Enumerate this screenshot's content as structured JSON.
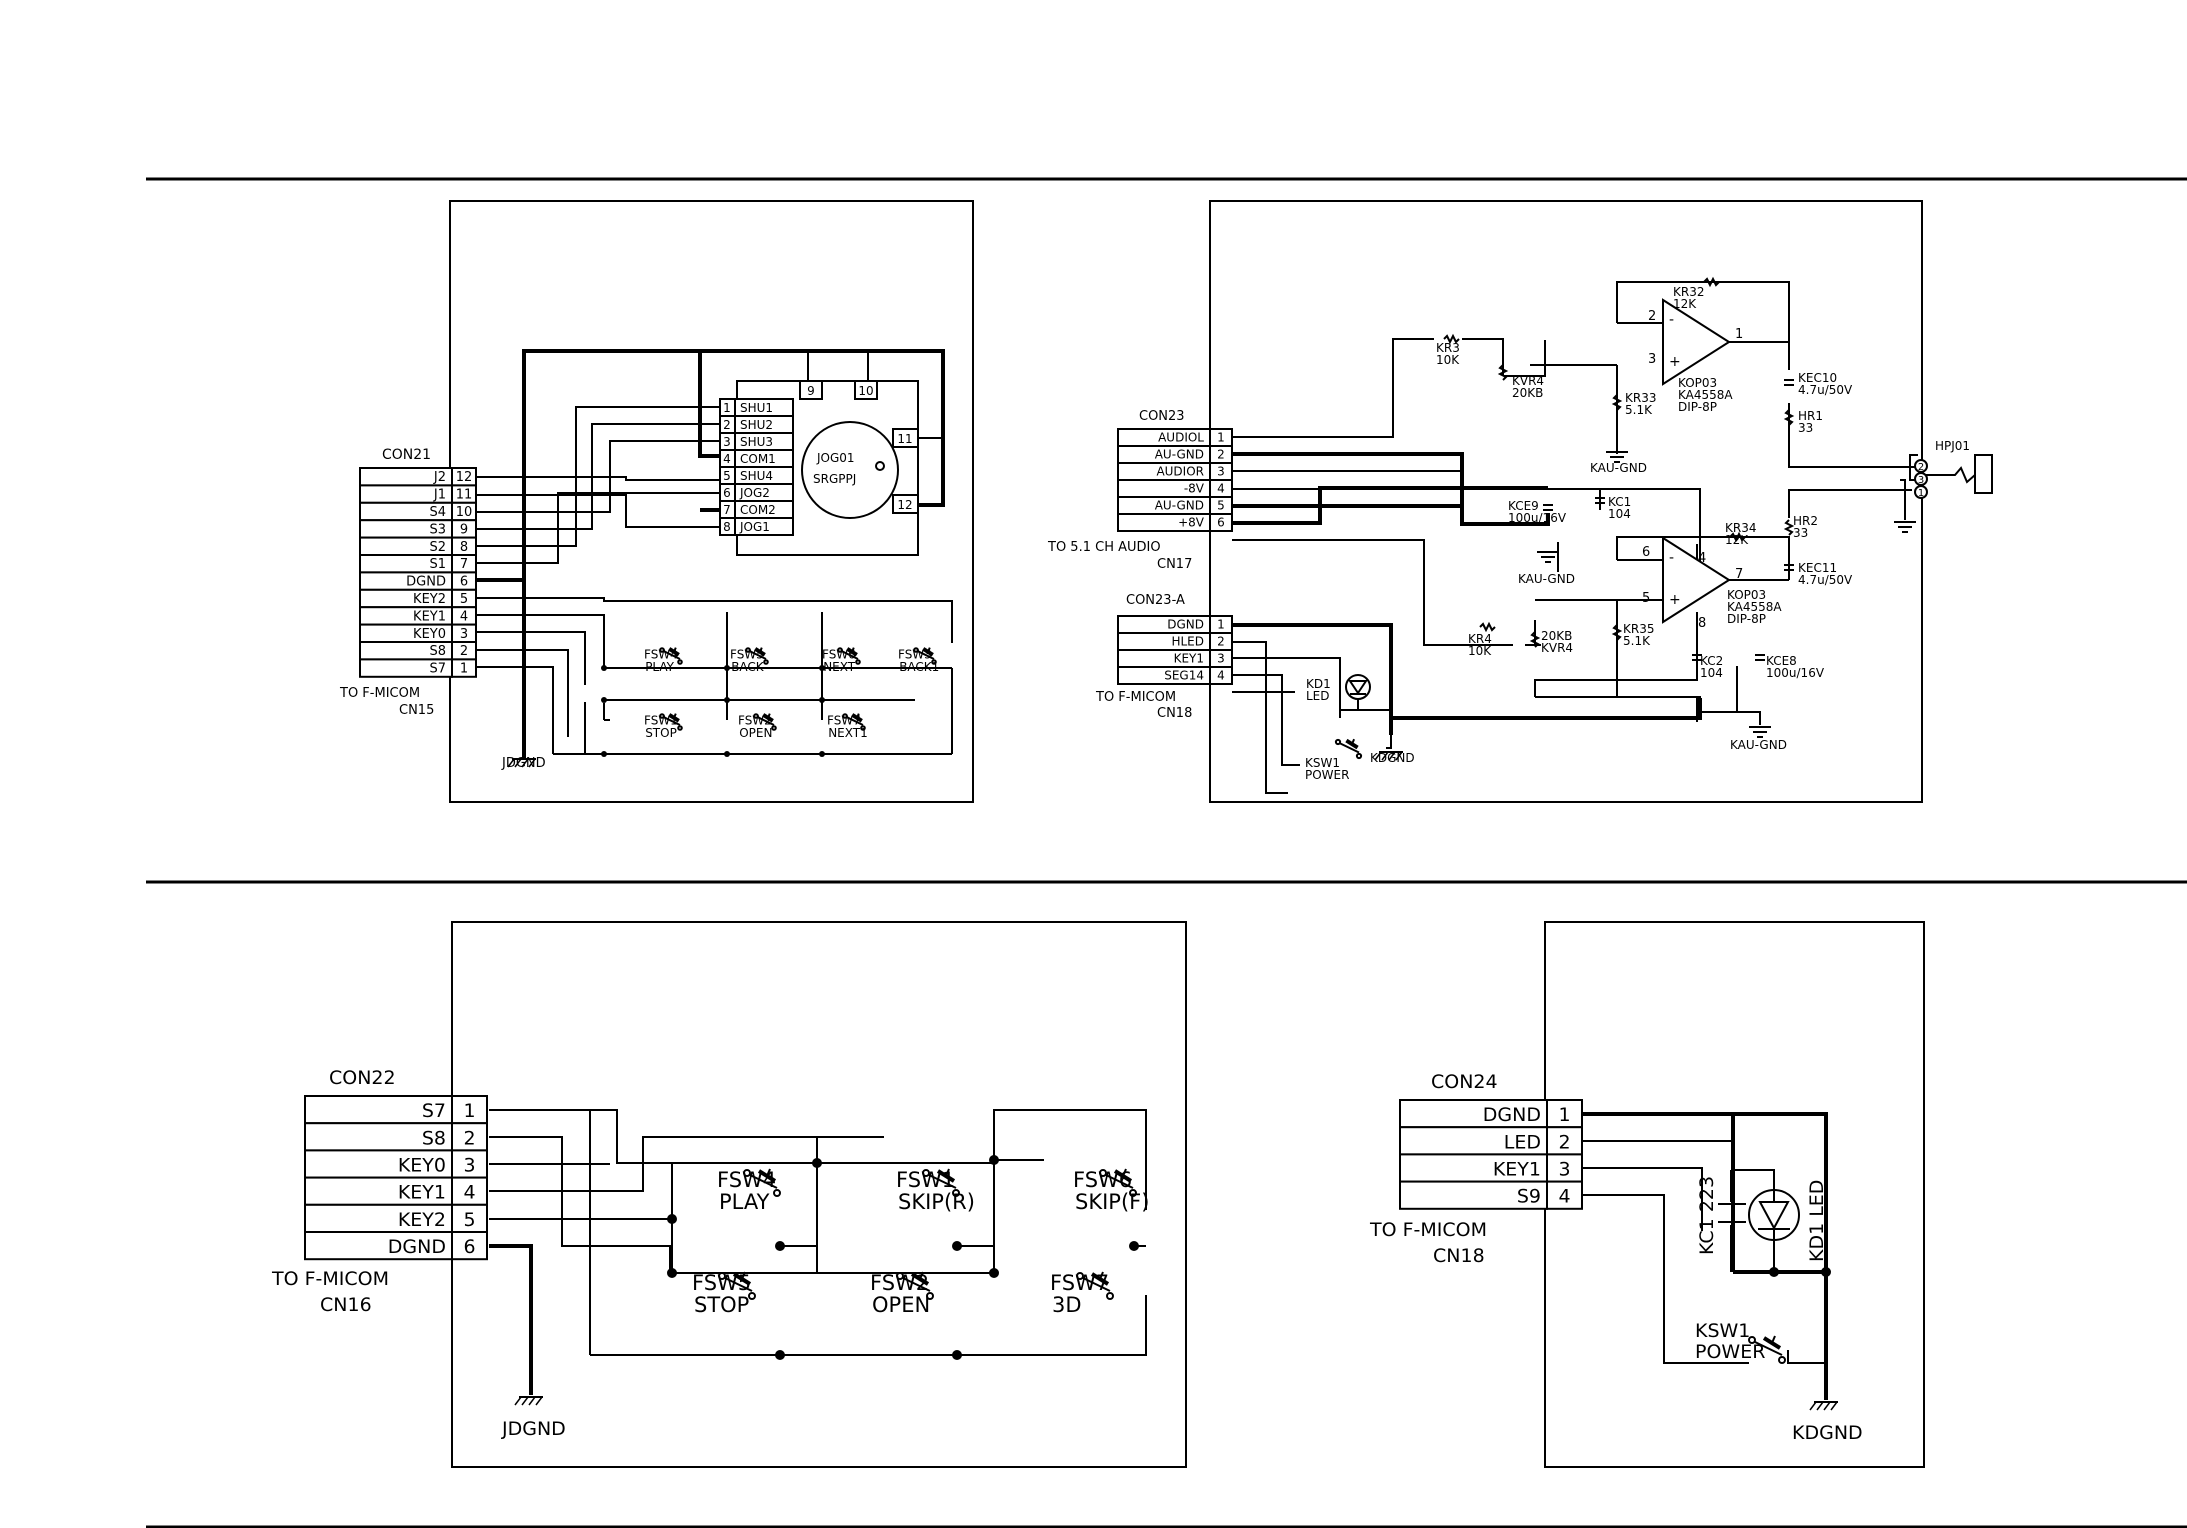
{
  "panel_a": {
    "connector": {
      "ref": "CON21",
      "pins": [
        {
          "signal": "J2",
          "pin": "12"
        },
        {
          "signal": "J1",
          "pin": "11"
        },
        {
          "signal": "S4",
          "pin": "10"
        },
        {
          "signal": "S3",
          "pin": "9"
        },
        {
          "signal": "S2",
          "pin": "8"
        },
        {
          "signal": "S1",
          "pin": "7"
        },
        {
          "signal": "DGND",
          "pin": "6"
        },
        {
          "signal": "KEY2",
          "pin": "5"
        },
        {
          "signal": "KEY1",
          "pin": "4"
        },
        {
          "signal": "KEY0",
          "pin": "3"
        },
        {
          "signal": "S8",
          "pin": "2"
        },
        {
          "signal": "S7",
          "pin": "1"
        }
      ],
      "to_line1": "TO F-MICOM",
      "to_line2": "CN15"
    },
    "jog": {
      "ref": "JOG01",
      "part": "SRGPPJ",
      "left_pins": [
        {
          "pin": "1",
          "name": "SHU1"
        },
        {
          "pin": "2",
          "name": "SHU2"
        },
        {
          "pin": "3",
          "name": "SHU3"
        },
        {
          "pin": "4",
          "name": "COM1"
        },
        {
          "pin": "5",
          "name": "SHU4"
        },
        {
          "pin": "6",
          "name": "JOG2"
        },
        {
          "pin": "7",
          "name": "COM2"
        },
        {
          "pin": "8",
          "name": "JOG1"
        }
      ],
      "top_pins": [
        "9",
        "10"
      ],
      "right_pins": [
        "11",
        "12"
      ]
    },
    "switches_top": [
      {
        "ref": "FSW4",
        "label": "PLAY"
      },
      {
        "ref": "FSW5",
        "label": "BACK"
      },
      {
        "ref": "FSW6",
        "label": "NEXT"
      },
      {
        "ref": "FSW3",
        "label": "BACK1"
      }
    ],
    "switches_bottom": [
      {
        "ref": "FSW1",
        "label": "STOP"
      },
      {
        "ref": "FSW2",
        "label": "OPEN"
      },
      {
        "ref": "FSW7",
        "label": "NEXT1"
      }
    ],
    "ground": "JDGND"
  },
  "panel_b": {
    "con23": {
      "ref": "CON23",
      "pins": [
        {
          "signal": "AUDIOL",
          "pin": "1"
        },
        {
          "signal": "AU-GND",
          "pin": "2"
        },
        {
          "signal": "AUDIOR",
          "pin": "3"
        },
        {
          "signal": "-8V",
          "pin": "4"
        },
        {
          "signal": "AU-GND",
          "pin": "5"
        },
        {
          "signal": "+8V",
          "pin": "6"
        }
      ],
      "to_line1": "TO 5.1 CH AUDIO",
      "to_line2": "CN17"
    },
    "con23a": {
      "ref": "CON23-A",
      "pins": [
        {
          "signal": "DGND",
          "pin": "1"
        },
        {
          "signal": "HLED",
          "pin": "2"
        },
        {
          "signal": "KEY1",
          "pin": "3"
        },
        {
          "signal": "SEG14",
          "pin": "4"
        }
      ],
      "to_line1": "TO F-MICOM",
      "to_line2": "CN18"
    },
    "parts": {
      "kr3": [
        "KR3",
        "10K"
      ],
      "kvr4_top": [
        "KVR4",
        "20KB"
      ],
      "kr32": [
        "KR32",
        "12K"
      ],
      "kr33": [
        "KR33",
        "5.1K"
      ],
      "kop03_top": [
        "KOP03",
        "KA4558A",
        "DIP-8P"
      ],
      "kec10": [
        "KEC10",
        "4.7u/50V"
      ],
      "hr1": [
        "HR1",
        "33"
      ],
      "hpj01": "HPJ01",
      "kce9": [
        "KCE9",
        "100u/16V"
      ],
      "kc1": [
        "KC1",
        "104"
      ],
      "kr34": [
        "KR34",
        "12K"
      ],
      "hr2": [
        "HR2",
        "33"
      ],
      "kec11": [
        "KEC11",
        "4.7u/50V"
      ],
      "kop03_bot": [
        "KOP03",
        "KA4558A",
        "DIP-8P"
      ],
      "kr4": [
        "KR4",
        "10K"
      ],
      "kvr4_bot": [
        "20KB",
        "KVR4"
      ],
      "kr35": [
        "KR35",
        "5.1K"
      ],
      "kc2": [
        "KC2",
        "104"
      ],
      "kce8": [
        "KCE8",
        "100u/16V"
      ],
      "kd1": [
        "KD1",
        "LED"
      ],
      "ksw1": [
        "KSW1",
        "POWER"
      ]
    },
    "op_pins_top": [
      "2",
      "3",
      "1"
    ],
    "op_pins_bot": [
      "6",
      "5",
      "7",
      "4",
      "8"
    ],
    "jack_pins": [
      "2",
      "3",
      "1"
    ],
    "grounds": {
      "kau1": "KAU-GND",
      "kau2": "KAU-GND",
      "kau3": "KAU-GND",
      "kdgnd": "KDGND"
    }
  },
  "panel_c": {
    "connector": {
      "ref": "CON22",
      "pins": [
        {
          "signal": "S7",
          "pin": "1"
        },
        {
          "signal": "S8",
          "pin": "2"
        },
        {
          "signal": "KEY0",
          "pin": "3"
        },
        {
          "signal": "KEY1",
          "pin": "4"
        },
        {
          "signal": "KEY2",
          "pin": "5"
        },
        {
          "signal": "DGND",
          "pin": "6"
        }
      ],
      "to_line1": "TO F-MICOM",
      "to_line2": "CN16"
    },
    "switches_top": [
      {
        "ref": "FSW4",
        "label": "PLAY"
      },
      {
        "ref": "FSW1",
        "label": "SKIP(R)"
      },
      {
        "ref": "FSW6",
        "label": "SKIP(F)"
      }
    ],
    "switches_bottom": [
      {
        "ref": "FSW5",
        "label": "STOP"
      },
      {
        "ref": "FSW2",
        "label": "OPEN"
      },
      {
        "ref": "FSW7",
        "label": "3D"
      }
    ],
    "ground": "JDGND"
  },
  "panel_d": {
    "connector": {
      "ref": "CON24",
      "pins": [
        {
          "signal": "DGND",
          "pin": "1"
        },
        {
          "signal": "LED",
          "pin": "2"
        },
        {
          "signal": "KEY1",
          "pin": "3"
        },
        {
          "signal": "S9",
          "pin": "4"
        }
      ],
      "to_line1": "TO F-MICOM",
      "to_line2": "CN18"
    },
    "kc1": "KC1  223",
    "kd1": "KD1  LED",
    "ksw1": [
      "KSW1",
      "POWER"
    ],
    "ground": "KDGND"
  },
  "colors": {
    "ink": "#000000",
    "paper": "#ffffff"
  }
}
